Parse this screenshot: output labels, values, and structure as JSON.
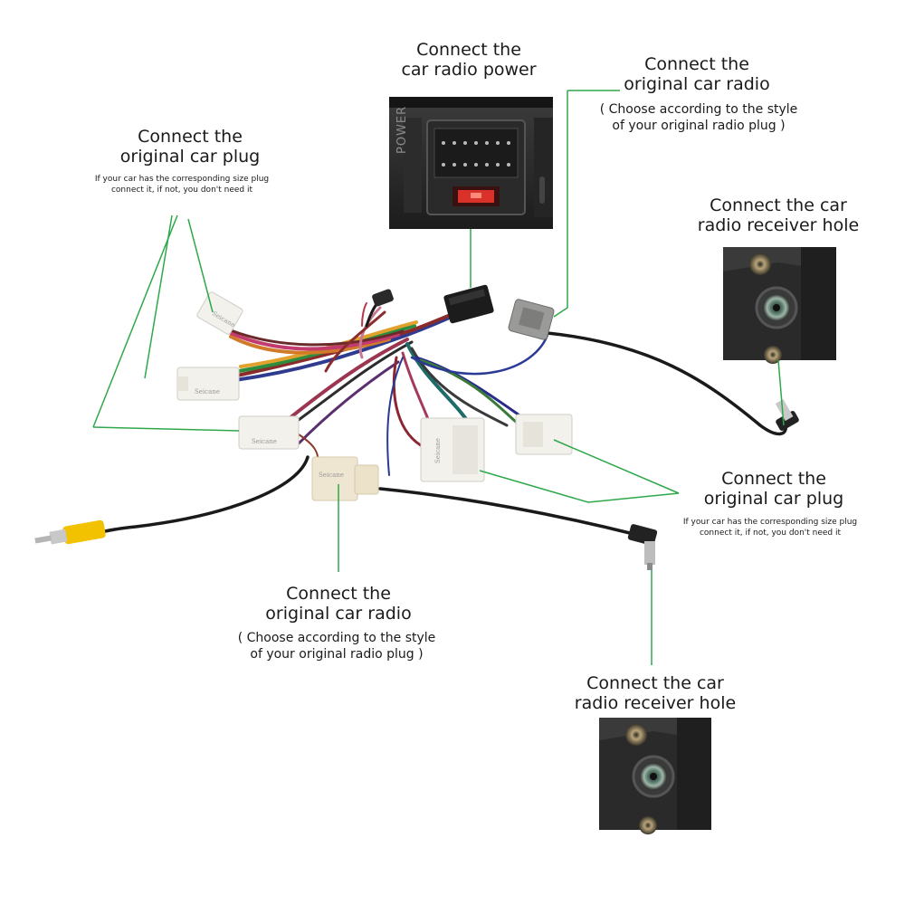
{
  "labels": {
    "power": {
      "line1": "Connect the",
      "line2": "car radio  power"
    },
    "radio_top": {
      "line1": "Connect the",
      "line2": "original car radio",
      "sub1": "( Choose according to the style",
      "sub2": "of your original radio plug )"
    },
    "plug_left": {
      "line1": "Connect the",
      "line2": "original car plug",
      "note1": "If your car has the corresponding size plug",
      "note2": "connect it, if not, you don't need it"
    },
    "receiver_top": {
      "line1": "Connect the car",
      "line2": "radio  receiver hole"
    },
    "plug_right": {
      "line1": "Connect the",
      "line2": "original car plug",
      "note1": "If your car has the corresponding size plug",
      "note2": "connect it, if not, you don't need it"
    },
    "radio_bottom": {
      "line1": "Connect the",
      "line2": "original car radio",
      "sub1": "( Choose according to the style",
      "sub2": "of your original radio plug )"
    },
    "receiver_bottom": {
      "line1": "Connect the car",
      "line2": "radio  receiver hole"
    }
  },
  "power_panel_text": "POWER",
  "brand_marks": [
    "Seicane",
    "Seicane",
    "Seicane",
    "Seicane",
    "Seicane"
  ],
  "colors": {
    "leader_line": "#2ea84a",
    "rca_yellow": "#f2c200",
    "connector_white": "#f2f1ec",
    "connector_beige": "#efe6d2"
  },
  "icons": [
    "power-connector-photo",
    "antenna-socket-photo",
    "rca-plug",
    "antenna-plug"
  ]
}
